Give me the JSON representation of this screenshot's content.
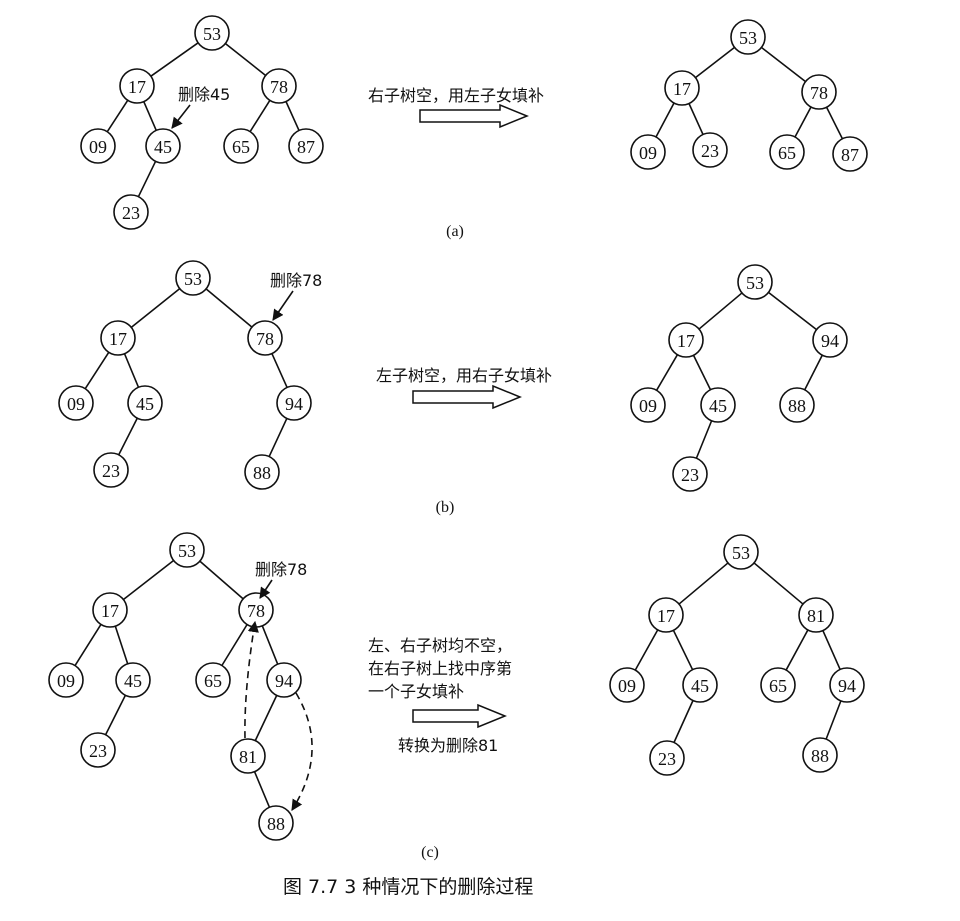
{
  "panels": [
    {
      "id": "a",
      "subcaption": "(a)",
      "delete_label": "删除45",
      "action_lines": [
        "右子树空，用左子女填补"
      ],
      "before": {
        "nodes": [
          "53",
          "17",
          "78",
          "09",
          "45",
          "65",
          "87",
          "23"
        ],
        "edges": [
          [
            0,
            1
          ],
          [
            0,
            2
          ],
          [
            1,
            3
          ],
          [
            1,
            4
          ],
          [
            2,
            5
          ],
          [
            2,
            6
          ],
          [
            4,
            7
          ]
        ]
      },
      "after": {
        "nodes": [
          "53",
          "17",
          "78",
          "09",
          "23",
          "65",
          "87"
        ],
        "edges": [
          [
            0,
            1
          ],
          [
            0,
            2
          ],
          [
            1,
            3
          ],
          [
            1,
            4
          ],
          [
            2,
            5
          ],
          [
            2,
            6
          ]
        ]
      }
    },
    {
      "id": "b",
      "subcaption": "(b)",
      "delete_label": "删除78",
      "action_lines": [
        "左子树空，用右子女填补"
      ],
      "before": {
        "nodes": [
          "53",
          "17",
          "78",
          "09",
          "45",
          "94",
          "23",
          "88"
        ],
        "edges": [
          [
            0,
            1
          ],
          [
            0,
            2
          ],
          [
            1,
            3
          ],
          [
            1,
            4
          ],
          [
            2,
            5
          ],
          [
            4,
            6
          ],
          [
            5,
            7
          ]
        ]
      },
      "after": {
        "nodes": [
          "53",
          "17",
          "94",
          "09",
          "45",
          "88",
          "23"
        ],
        "edges": [
          [
            0,
            1
          ],
          [
            0,
            2
          ],
          [
            1,
            3
          ],
          [
            1,
            4
          ],
          [
            2,
            5
          ],
          [
            4,
            6
          ]
        ]
      }
    },
    {
      "id": "c",
      "subcaption": "(c)",
      "delete_label": "删除78",
      "action_lines": [
        "左、右子树均不空，",
        "在右子树上找中序第",
        "一个子女填补"
      ],
      "action_below": "转换为删除81",
      "before": {
        "nodes": [
          "53",
          "17",
          "78",
          "09",
          "45",
          "65",
          "94",
          "23",
          "81",
          "88"
        ],
        "edges": [
          [
            0,
            1
          ],
          [
            0,
            2
          ],
          [
            1,
            3
          ],
          [
            1,
            4
          ],
          [
            2,
            5
          ],
          [
            2,
            6
          ],
          [
            4,
            7
          ],
          [
            6,
            8
          ],
          [
            8,
            9
          ]
        ]
      },
      "after": {
        "nodes": [
          "53",
          "17",
          "81",
          "09",
          "45",
          "65",
          "94",
          "23",
          "88"
        ],
        "edges": [
          [
            0,
            1
          ],
          [
            0,
            2
          ],
          [
            1,
            3
          ],
          [
            1,
            4
          ],
          [
            2,
            5
          ],
          [
            2,
            6
          ],
          [
            4,
            7
          ],
          [
            6,
            8
          ]
        ]
      }
    }
  ],
  "caption": "图 7.7   3 种情况下的删除过程"
}
